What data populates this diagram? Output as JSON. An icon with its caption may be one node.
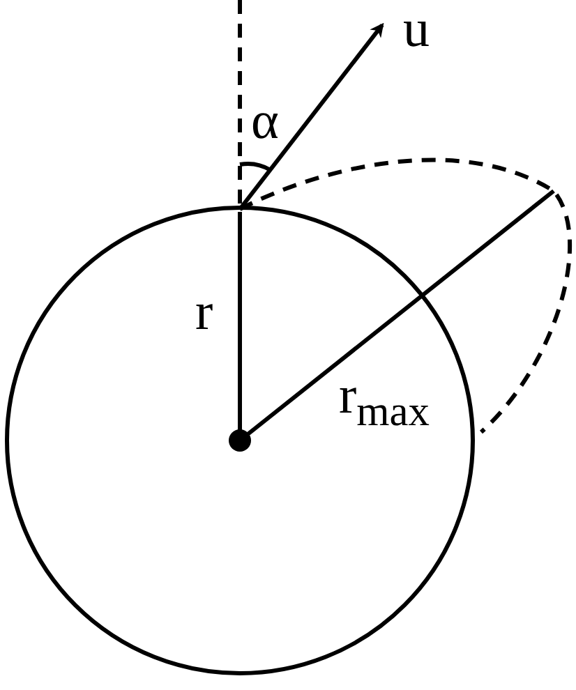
{
  "diagram": {
    "labels": [
      "u",
      "α",
      "r",
      "r$_{max}$"
    ]
  }
}
